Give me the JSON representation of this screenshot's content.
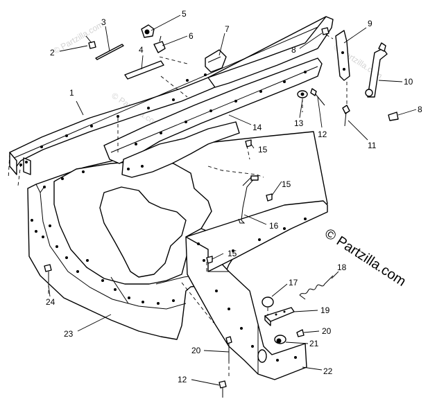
{
  "watermark": {
    "copyright": "© Partzilla.com",
    "faint": "© Partzilla.com"
  },
  "callouts": [
    "1",
    "2",
    "3",
    "4",
    "5",
    "6",
    "7",
    "8",
    "9",
    "8",
    "10",
    "8",
    "11",
    "12",
    "13",
    "14",
    "15",
    "15",
    "16",
    "15",
    "17",
    "18",
    "19",
    "20",
    "20",
    "21",
    "22",
    "23",
    "24",
    "12"
  ]
}
